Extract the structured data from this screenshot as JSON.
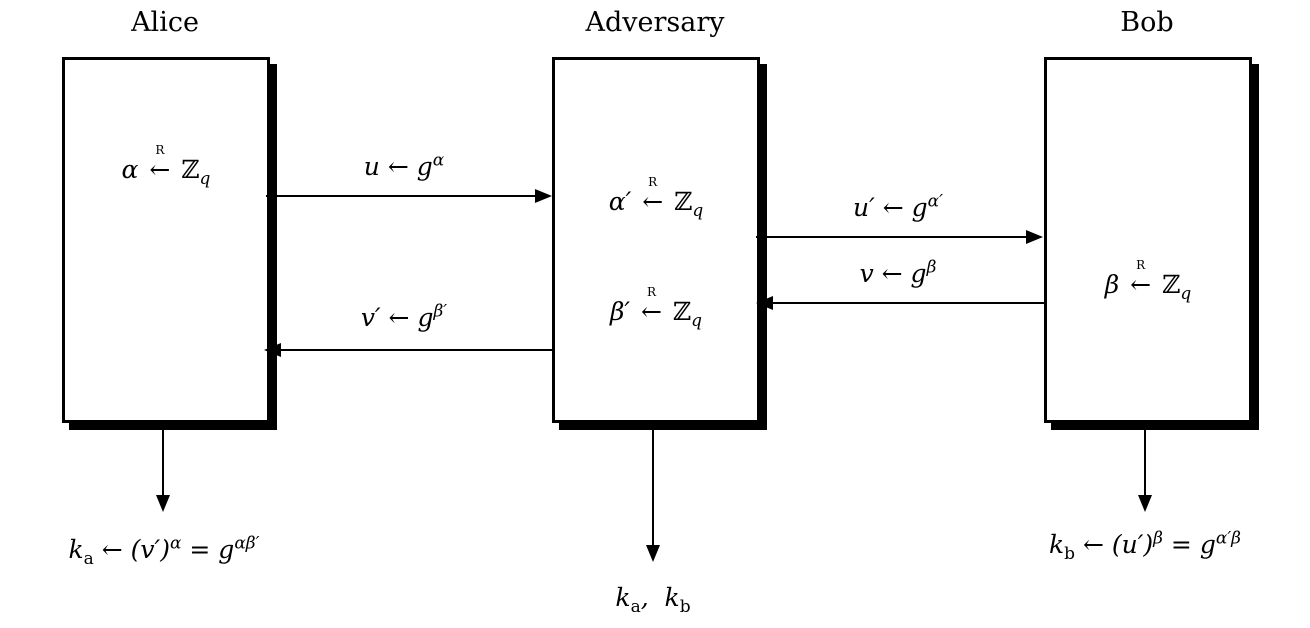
{
  "palette": {
    "line": "#000000",
    "background": "#ffffff"
  },
  "parties": {
    "alice": {
      "title": "Alice",
      "state": [
        "α <span class=\"getsR\"><span class=\"Rlab\">R</span>←</span> <span class=\"bb\">ℤ</span><sub>q</sub>"
      ],
      "output": "k<sub class=\"rm\">a</sub> ← (v′)<sup>α</sup> = g<sup>αβ′</sup>"
    },
    "adversary": {
      "title": "Adversary",
      "state": [
        "α′ <span class=\"getsR\"><span class=\"Rlab\">R</span>←</span> <span class=\"bb\">ℤ</span><sub>q</sub>",
        "β′ <span class=\"getsR\"><span class=\"Rlab\">R</span>←</span> <span class=\"bb\">ℤ</span><sub>q</sub>"
      ],
      "output": "k<sub class=\"rm\">a</sub>,&nbsp; k<sub class=\"rm\">b</sub>"
    },
    "bob": {
      "title": "Bob",
      "state": [
        "β <span class=\"getsR\"><span class=\"Rlab\">R</span>←</span> <span class=\"bb\">ℤ</span><sub>q</sub>"
      ],
      "output": "k<sub class=\"rm\">b</sub> ← (u′)<sup>β</sup> = g<sup>α′β</sup>"
    }
  },
  "messages": {
    "alice_to_adversary": "u ← g<sup>α</sup>",
    "adversary_to_alice": "v′ ← g<sup>β′</sup>",
    "adversary_to_bob": "u′ ← g<sup>α′</sup>",
    "bob_to_adversary": "v ← g<sup>β</sup>"
  }
}
